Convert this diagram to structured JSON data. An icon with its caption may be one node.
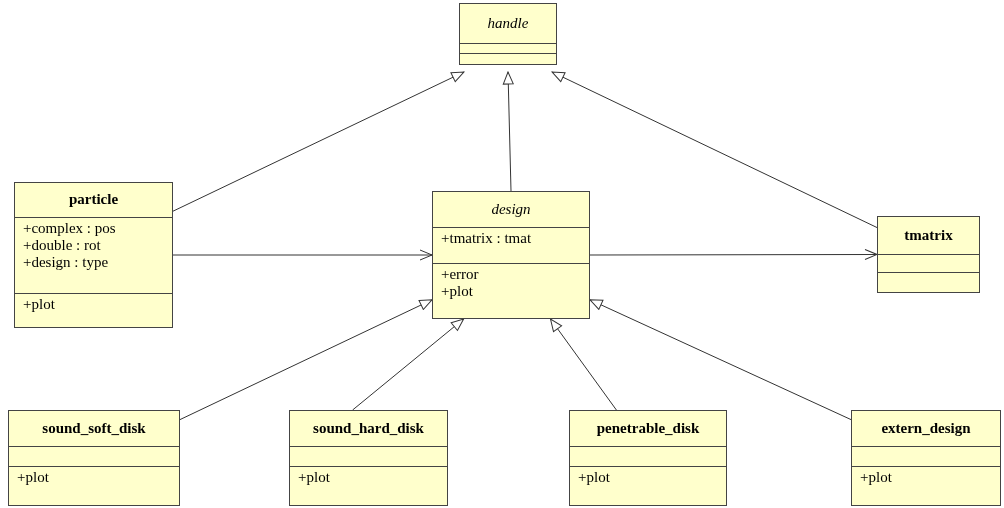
{
  "diagram": {
    "nodes": [
      {
        "text": [
          "handle"
        ]
      },
      {
        "text": [
          "particle",
          "+complex : pos",
          "+double : rot",
          "+design : type",
          "+plot"
        ]
      },
      {
        "text": [
          "design",
          "+tmatrix : tmat",
          "+error",
          "+plot"
        ]
      },
      {
        "text": [
          "tmatrix"
        ]
      },
      {
        "text": [
          "sound_soft_disk",
          "+plot"
        ]
      },
      {
        "text": [
          "sound_hard_disk",
          "+plot"
        ]
      },
      {
        "text": [
          "penetrable_disk",
          "+plot"
        ]
      },
      {
        "text": [
          "extern_design",
          "+plot"
        ]
      }
    ],
    "edges": [
      {
        "from": 1,
        "to": 0,
        "arrow": "to"
      },
      {
        "from": 2,
        "to": 0,
        "arrow": "to"
      },
      {
        "from": 3,
        "to": 0,
        "arrow": "to"
      },
      {
        "from": 1,
        "to": 2,
        "arrow": "to"
      },
      {
        "from": 2,
        "to": 3,
        "arrow": "to"
      },
      {
        "from": 4,
        "to": 2,
        "arrow": "to"
      },
      {
        "from": 5,
        "to": 2,
        "arrow": "to"
      },
      {
        "from": 6,
        "to": 2,
        "arrow": "to"
      },
      {
        "from": 7,
        "to": 2,
        "arrow": "to"
      }
    ]
  }
}
